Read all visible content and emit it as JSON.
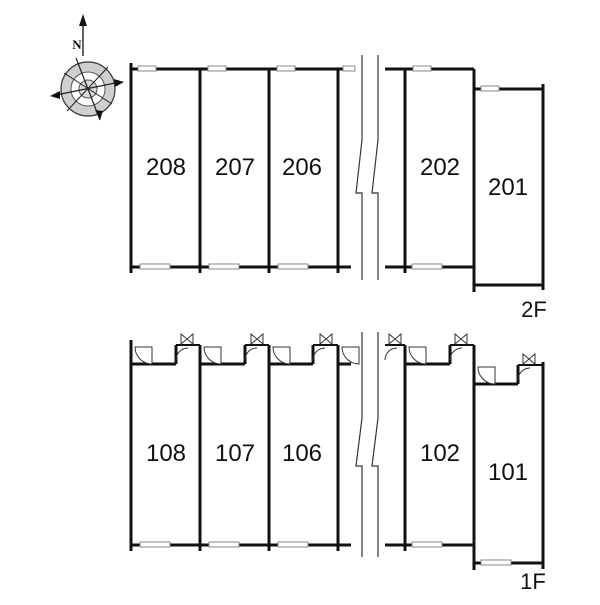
{
  "compass": {
    "north_label": "N"
  },
  "floors": [
    {
      "id": "2F",
      "label": "2F",
      "rooms": [
        {
          "number": "208"
        },
        {
          "number": "207"
        },
        {
          "number": "206"
        },
        {
          "number": "202"
        },
        {
          "number": "201"
        }
      ]
    },
    {
      "id": "1F",
      "label": "1F",
      "rooms": [
        {
          "number": "108"
        },
        {
          "number": "107"
        },
        {
          "number": "106"
        },
        {
          "number": "102"
        },
        {
          "number": "101"
        }
      ]
    }
  ],
  "colors": {
    "wall": "#111111",
    "window": "#888888",
    "background": "#ffffff"
  }
}
